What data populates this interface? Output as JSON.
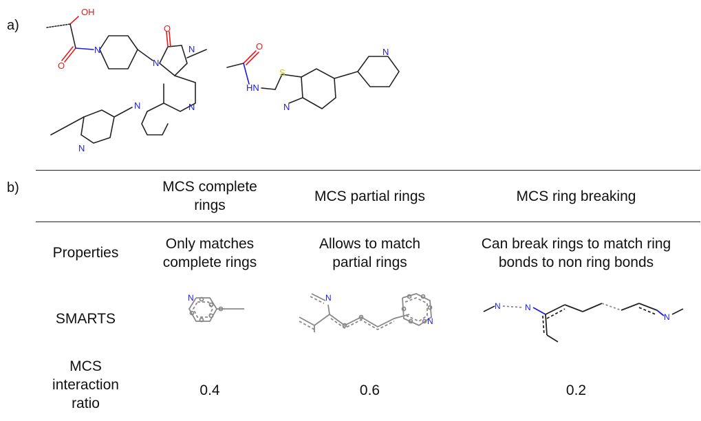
{
  "panel_a": {
    "label": "a)",
    "molecule1": {
      "atoms": {
        "oh": "OH",
        "n_amide": "N",
        "n_ring1": "N",
        "o_carbonyl": "O",
        "o_amide": "O",
        "n_methyl": "N",
        "n_pyr1": "N",
        "n_pyr2": "N",
        "n_pyr3": "N"
      }
    },
    "molecule2": {
      "atoms": {
        "o": "O",
        "nh": "HN",
        "s": "S",
        "n_thz": "N",
        "n_pyr": "N"
      }
    }
  },
  "panel_b": {
    "label": "b)",
    "columns": [
      "MCS complete\nrings",
      "MCS partial rings",
      "MCS ring breaking"
    ],
    "rows": [
      {
        "label": "Properties",
        "cells": [
          "Only matches\ncomplete rings",
          "Allows to match\npartial rings",
          "Can break rings to match ring\nbonds to non ring bonds"
        ]
      },
      {
        "label": "SMARTS",
        "smarts_atoms": {
          "complete": "N",
          "partial_n1": "N",
          "partial_n2": "N",
          "breaking_n1": "N",
          "breaking_n2": "N",
          "breaking_n3": "N"
        }
      },
      {
        "label": "MCS\ninteraction\nratio",
        "cells": [
          "0.4",
          "0.6",
          "0.2"
        ]
      }
    ]
  },
  "colors": {
    "nitrogen": "#1a1ae6",
    "oxygen": "#e61a1a",
    "sulfur": "#c8c800",
    "bond": "#222222",
    "smarts_bond": "#888888"
  }
}
